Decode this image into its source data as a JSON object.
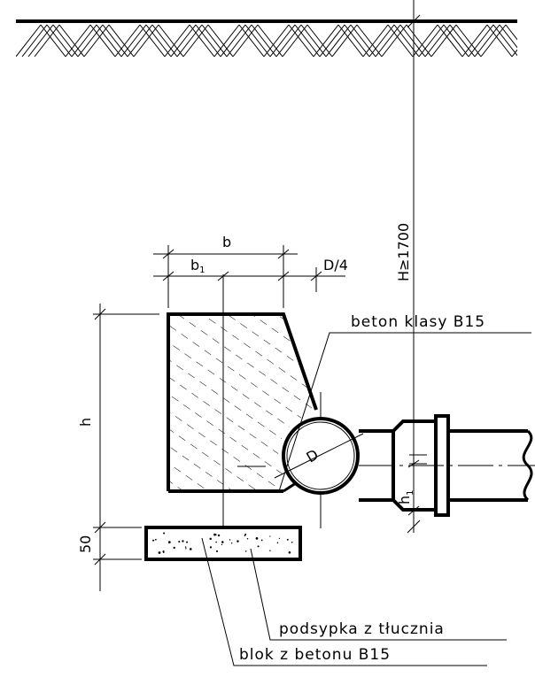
{
  "labels": {
    "concrete_class": "beton klasy B15",
    "gravel_bedding": "podsypka z tłucznia",
    "concrete_block": "blok z betonu B15"
  },
  "dimensions": {
    "b": "b",
    "b1": "b",
    "b1_sub": "1",
    "d_quarter": "D/4",
    "h": "h",
    "h1": "h",
    "h1_sub": "1",
    "fifty": "50",
    "depth": "H≥1700",
    "diameter": "D"
  }
}
